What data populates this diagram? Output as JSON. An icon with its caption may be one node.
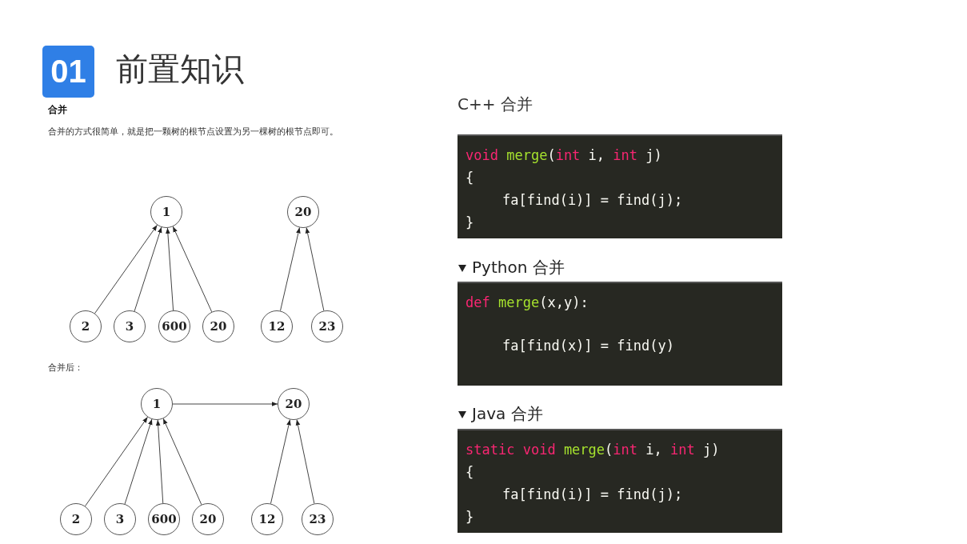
{
  "diagram": {
    "title": "前置知识",
    "nodes": [
      {
        "text": [
          "01"
        ]
      },
      {
        "text": [
          "1"
        ]
      },
      {
        "text": [
          "20"
        ]
      },
      {
        "text": [
          "2"
        ]
      },
      {
        "text": [
          "3"
        ]
      },
      {
        "text": [
          "600"
        ]
      },
      {
        "text": [
          "20"
        ]
      },
      {
        "text": [
          "12"
        ]
      },
      {
        "text": [
          "23"
        ]
      },
      {
        "text": [
          "1"
        ]
      },
      {
        "text": [
          "20"
        ]
      },
      {
        "text": [
          "2"
        ]
      },
      {
        "text": [
          "3"
        ]
      },
      {
        "text": [
          "600"
        ]
      },
      {
        "text": [
          "20"
        ]
      },
      {
        "text": [
          "12"
        ]
      },
      {
        "text": [
          "23"
        ]
      },
      {
        "text": [
          "void merge(int i, int j)",
          "{",
          "fa[find(i)] = find(j);",
          "}"
        ]
      },
      {
        "text": [
          "def merge(x,y):",
          "fa[find(x)] = find(y)"
        ]
      },
      {
        "text": [
          "static void merge(int i, int j)",
          "{",
          "fa[find(i)] = find(j);",
          "}"
        ]
      }
    ],
    "edges": [
      {
        "from": 3,
        "to": 1,
        "arrow": "to"
      },
      {
        "from": 4,
        "to": 1,
        "arrow": "to"
      },
      {
        "from": 5,
        "to": 1,
        "arrow": "to"
      },
      {
        "from": 6,
        "to": 1,
        "arrow": "to"
      },
      {
        "from": 7,
        "to": 2,
        "arrow": "to"
      },
      {
        "from": 8,
        "to": 2,
        "arrow": "to"
      },
      {
        "from": 9,
        "to": 10,
        "arrow": "to"
      },
      {
        "from": 11,
        "to": 9,
        "arrow": "to"
      },
      {
        "from": 12,
        "to": 9,
        "arrow": "to"
      },
      {
        "from": 13,
        "to": 9,
        "arrow": "to"
      },
      {
        "from": 14,
        "to": 9,
        "arrow": "to"
      },
      {
        "from": 15,
        "to": 10,
        "arrow": "to"
      },
      {
        "from": 16,
        "to": 10,
        "arrow": "to"
      }
    ],
    "labels": [
      "合并",
      "合并的方式很简单，就是把一颗树的根节点设置为另一棵树的根节点即可。",
      "合并后：",
      "C++ 合并",
      "Python 合并",
      "Java 合并"
    ]
  }
}
